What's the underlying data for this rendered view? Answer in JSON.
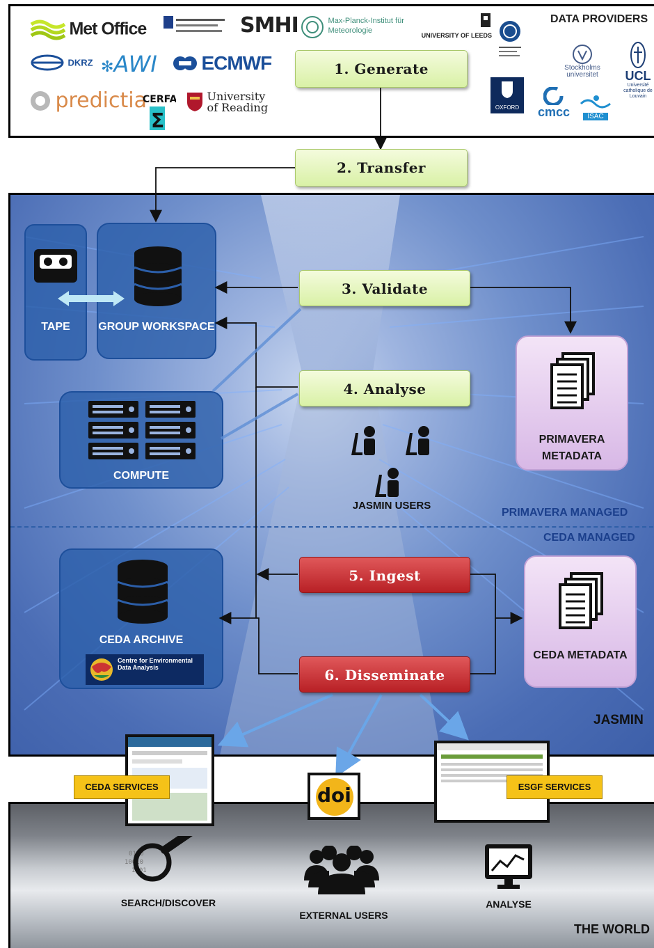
{
  "providers": {
    "heading": "DATA PROVIDERS",
    "logos": {
      "met_office": "Met Office",
      "smhi": "SMHI",
      "mpi": "Max-Planck-Institut für Meteorologie",
      "leeds": "UNIVERSITY OF LEEDS",
      "dkrz": "DKRZ",
      "awi": "AWI",
      "ecmwf": "ECMWF",
      "predictia": "predictia",
      "reading": "University of Reading",
      "stockholm": "Stockholms universitet",
      "ucl": "UCL",
      "louvain": "Université catholique de Louvain",
      "oxford": "OXFORD",
      "cmcc": "cmcc",
      "isac": "ISAC"
    }
  },
  "steps": {
    "generate": "1. Generate",
    "transfer": "2. Transfer",
    "validate": "3. Validate",
    "analyse": "4. Analyse",
    "ingest": "5. Ingest",
    "disseminate": "6. Disseminate"
  },
  "jasmin": {
    "tape": "TAPE",
    "group_workspace": "GROUP WORKSPACE",
    "compute": "COMPUTE",
    "jasmin_users": "JASMIN USERS",
    "ceda_archive": "CEDA ARCHIVE",
    "ceda_badge": "Centre for Environmental Data Analysis",
    "primavera_metadata": "PRIMAVERA METADATA",
    "ceda_metadata": "CEDA METADATA",
    "primavera_managed": "PRIMAVERA MANAGED",
    "ceda_managed": "CEDA MANAGED",
    "label": "JASMIN"
  },
  "services": {
    "ceda": "CEDA SERVICES",
    "esgf": "ESGF SERVICES",
    "doi": "doi"
  },
  "world": {
    "search": "SEARCH/DISCOVER",
    "external_users": "EXTERNAL USERS",
    "analyse": "ANALYSE",
    "label": "THE WORLD"
  },
  "colors": {
    "step_green": "#d9f1a6",
    "step_red": "#c0272b",
    "panel_blue": "#2c5faa",
    "meta_purple": "#d8b8e6",
    "service_yellow": "#f5c218",
    "region_text": "#1b3f8c"
  }
}
